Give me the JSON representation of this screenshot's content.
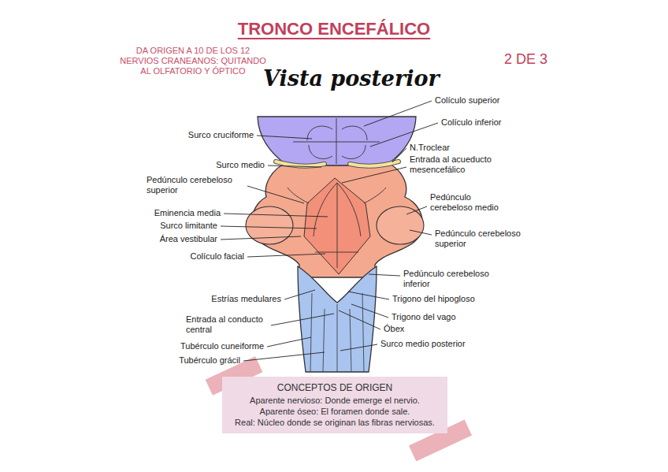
{
  "diagram": {
    "title": "TRONCO ENCEFÁLICO",
    "nodes": [
      {
        "text": [
          "CONCEPTOS DE ORIGEN",
          "Aparente nervioso: Donde emerge el nervio.",
          "Aparente óseo: El foramen donde sale.",
          "Real: Núcleo donde se originan las fibras nerviosas."
        ]
      }
    ],
    "labels": [
      "DA ORIGEN A 10 DE LOS 12 NERVIOS CRANEANOS: QUITANDO AL OLFATORIO Y ÓPTICO",
      "2 DE 3",
      "Vista posterior",
      "Colículo superior",
      "Colículo inferior",
      "N.Troclear",
      "Entrada al acueducto mesencefálico",
      "Pedúnculo cerebeloso medio",
      "Pedúnculo cerebeloso superior",
      "Pedúnculo cerebeloso inferior",
      "Trigono del hipogloso",
      "Trigono del vago",
      "Óbex",
      "Surco medio posterior",
      "Surco cruciforme",
      "Surco medio",
      "Pedúnculo cerebeloso superior",
      "Eminencia media",
      "Surco limitante",
      "Área vestibular",
      "Colículo facial",
      "Estrías medulares",
      "Entrada al conducto central",
      "Tubérculo cuneiforme",
      "Tubérculo grácil"
    ]
  }
}
